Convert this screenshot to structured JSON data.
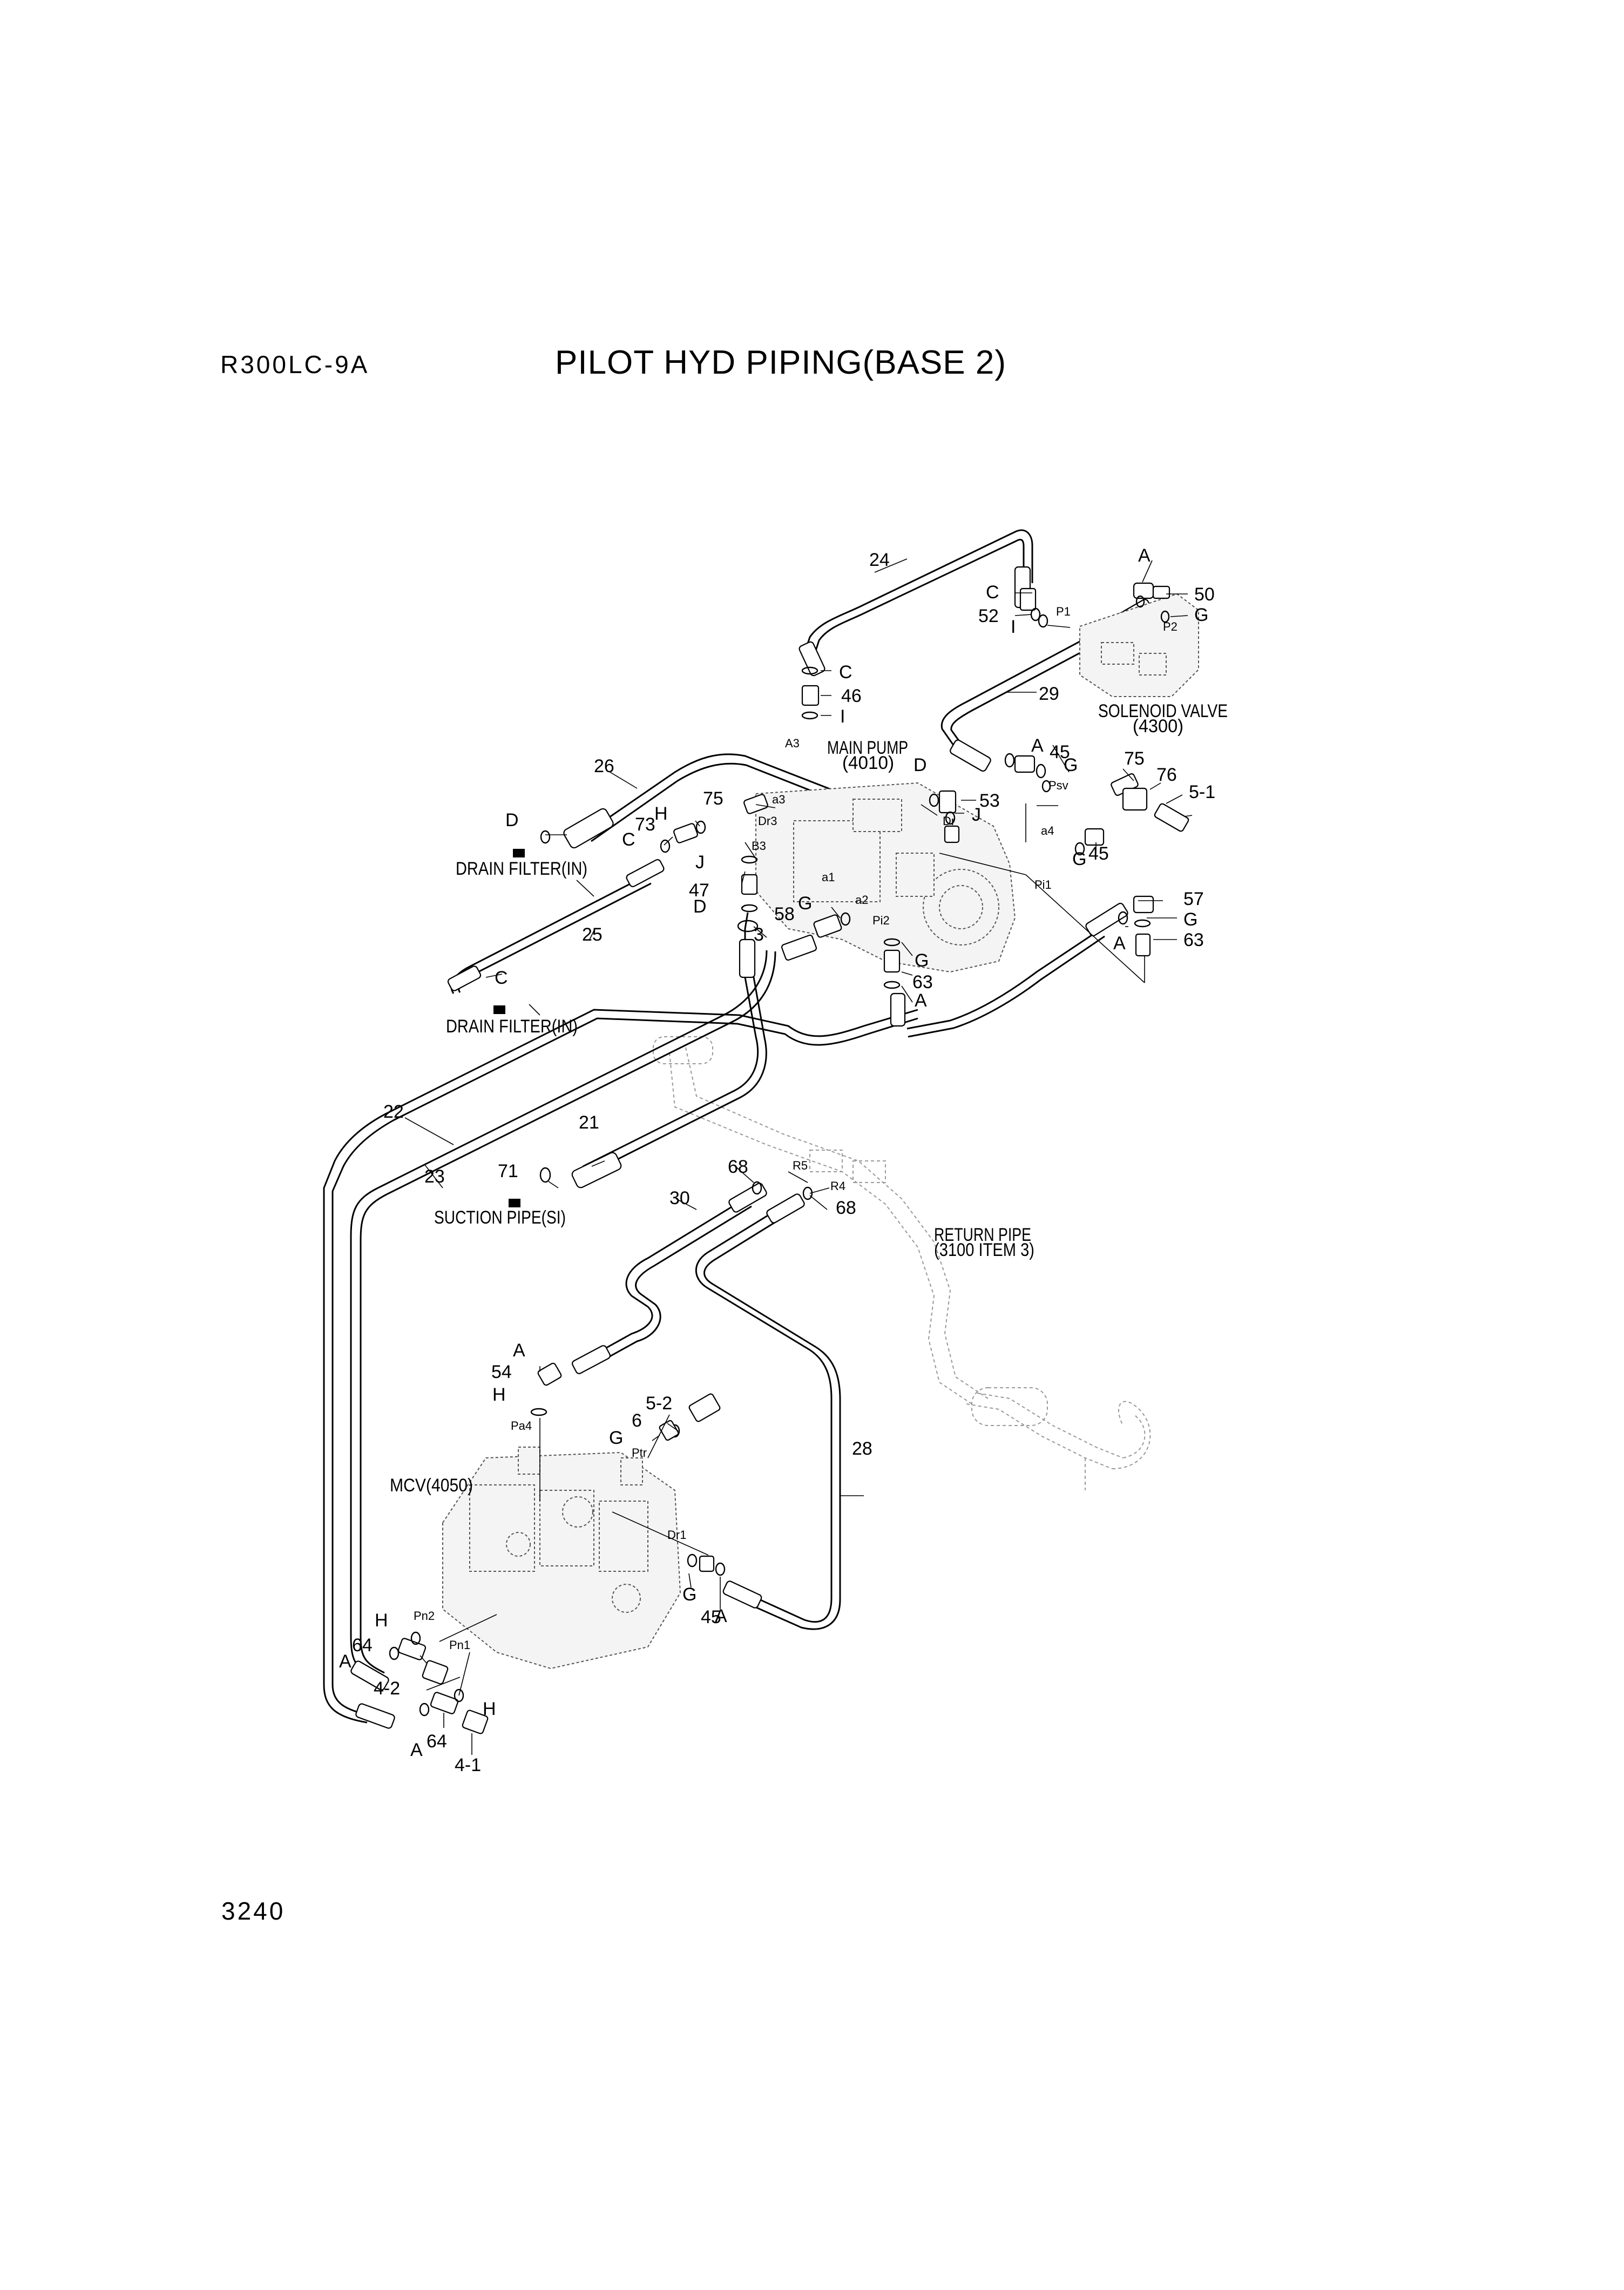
{
  "header": {
    "model": "R300LC-9A",
    "title": "PILOT HYD PIPING(BASE 2)"
  },
  "footer": {
    "page_number": "3240"
  },
  "components": {
    "main_pump_name": "MAIN PUMP",
    "main_pump_code": "(4010)",
    "solenoid_name": "SOLENOID VALVE",
    "solenoid_code": "(4300)",
    "mcv": "MCV(4050)",
    "return_pipe_name": "RETURN PIPE",
    "return_pipe_code": "(3100 ITEM 3)",
    "drain_filter_1": "DRAIN FILTER(IN)",
    "drain_filter_2": "DRAIN FILTER(IN)",
    "suction_pipe": "SUCTION PIPE(SI)"
  },
  "part_numbers": {
    "p3": "3",
    "p4_1": "4-1",
    "p4_2": "4-2",
    "p5_1": "5-1",
    "p5_2": "5-2",
    "p6": "6",
    "p21": "21",
    "p22": "22",
    "p23": "23",
    "p24": "24",
    "p25": "25",
    "p26": "26",
    "p28": "28",
    "p29": "29",
    "p30": "30",
    "p45a": "45",
    "p45b": "45",
    "p45c": "45",
    "p46": "46",
    "p47": "47",
    "p50": "50",
    "p52": "52",
    "p53": "53",
    "p54": "54",
    "p57": "57",
    "p58": "58",
    "p63a": "63",
    "p63b": "63",
    "p64a": "64",
    "p64b": "64",
    "p68a": "68",
    "p68b": "68",
    "p71": "71",
    "p73": "73",
    "p75a": "75",
    "p75b": "75",
    "p76": "76"
  },
  "seal_letters": {
    "a_top": "A",
    "g_top": "G",
    "c_top": "C",
    "i_top": "I",
    "c_mid": "C",
    "i_mid": "I",
    "a_sol": "A",
    "g_sol": "G",
    "d_pump": "D",
    "j_pump": "J",
    "g_a4": "G",
    "d_filter": "D",
    "h_pump": "H",
    "c_pump": "C",
    "j_b3": "J",
    "d_b3": "D",
    "g_58": "G",
    "g_pi2": "G",
    "a_pi2": "A",
    "g_pi1": "G",
    "a_pi1": "A",
    "c_filter2": "C",
    "a_54": "A",
    "h_54": "H",
    "g_6": "G",
    "g_dr1": "G",
    "a_dr1": "A",
    "h_pn2": "H",
    "a_pn2": "A",
    "h_pn1": "H",
    "a_pn1": "A"
  },
  "port_labels": {
    "p1": "P1",
    "p2": "P2",
    "a3": "A3",
    "a3_pump": "a3",
    "dr3": "Dr3",
    "dr": "Dr",
    "psv": "Psv",
    "a4": "a4",
    "b3": "B3",
    "a1": "a1",
    "a2": "a2",
    "pi2": "Pi2",
    "pi1": "Pi1",
    "r5": "R5",
    "r4": "R4",
    "pa4": "Pa4",
    "ptr": "Ptr",
    "dr1": "Dr1",
    "pn2": "Pn2",
    "pn1": "Pn1"
  }
}
